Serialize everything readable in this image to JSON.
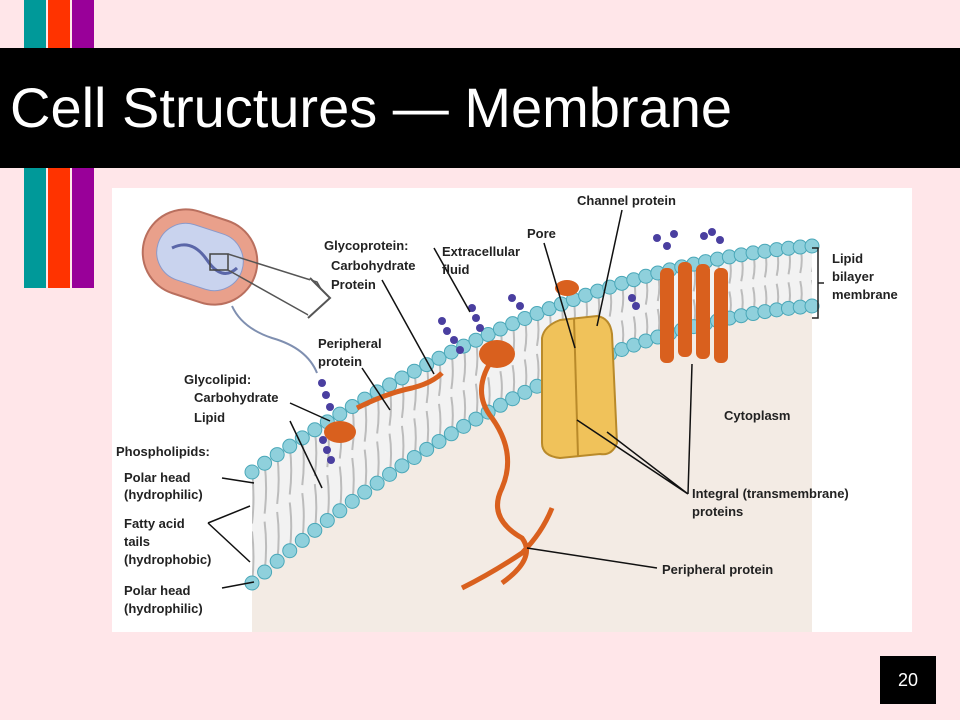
{
  "slide": {
    "title": "Cell Structures — Membrane",
    "number": "20",
    "bar_colors": [
      "#009999",
      "#ff3300",
      "#990099"
    ]
  },
  "diagram": {
    "labels": {
      "channel_protein": "Channel protein",
      "pore": "Pore",
      "glycoprotein": "Glycoprotein:",
      "glycoprotein_carbohydrate": "Carbohydrate",
      "glycoprotein_protein": "Protein",
      "extracellular_1": "Extracellular",
      "extracellular_2": "fluid",
      "lipid_bilayer_1": "Lipid",
      "lipid_bilayer_2": "bilayer",
      "lipid_bilayer_3": "membrane",
      "peripheral_protein_top_1": "Peripheral",
      "peripheral_protein_top_2": "protein",
      "glycolipid": "Glycolipid:",
      "glycolipid_carbohydrate": "Carbohydrate",
      "glycolipid_lipid": "Lipid",
      "cytoplasm": "Cytoplasm",
      "phospholipids": "Phospholipids:",
      "polar_head_top_1": "Polar head",
      "polar_head_top_2": "(hydrophilic)",
      "fatty_acid_1": "Fatty acid",
      "fatty_acid_2": "tails",
      "fatty_acid_3": "(hydrophobic)",
      "polar_head_bottom_1": "Polar head",
      "polar_head_bottom_2": "(hydrophilic)",
      "integral_1": "Integral (transmembrane)",
      "integral_2": "proteins",
      "peripheral_protein_bottom": "Peripheral protein"
    },
    "colors": {
      "phospholipid_head": "#8fd0dc",
      "phospholipid_head_edge": "#4aa7b8",
      "tails": "#bcbcbc",
      "protein": "#d9601e",
      "protein_dark": "#a8430f",
      "channel": "#f0c25a",
      "carbohydrate": "#4a3fa0",
      "cytoplasm": "#f3ebe4",
      "bacterium": "#e9a08b"
    }
  }
}
